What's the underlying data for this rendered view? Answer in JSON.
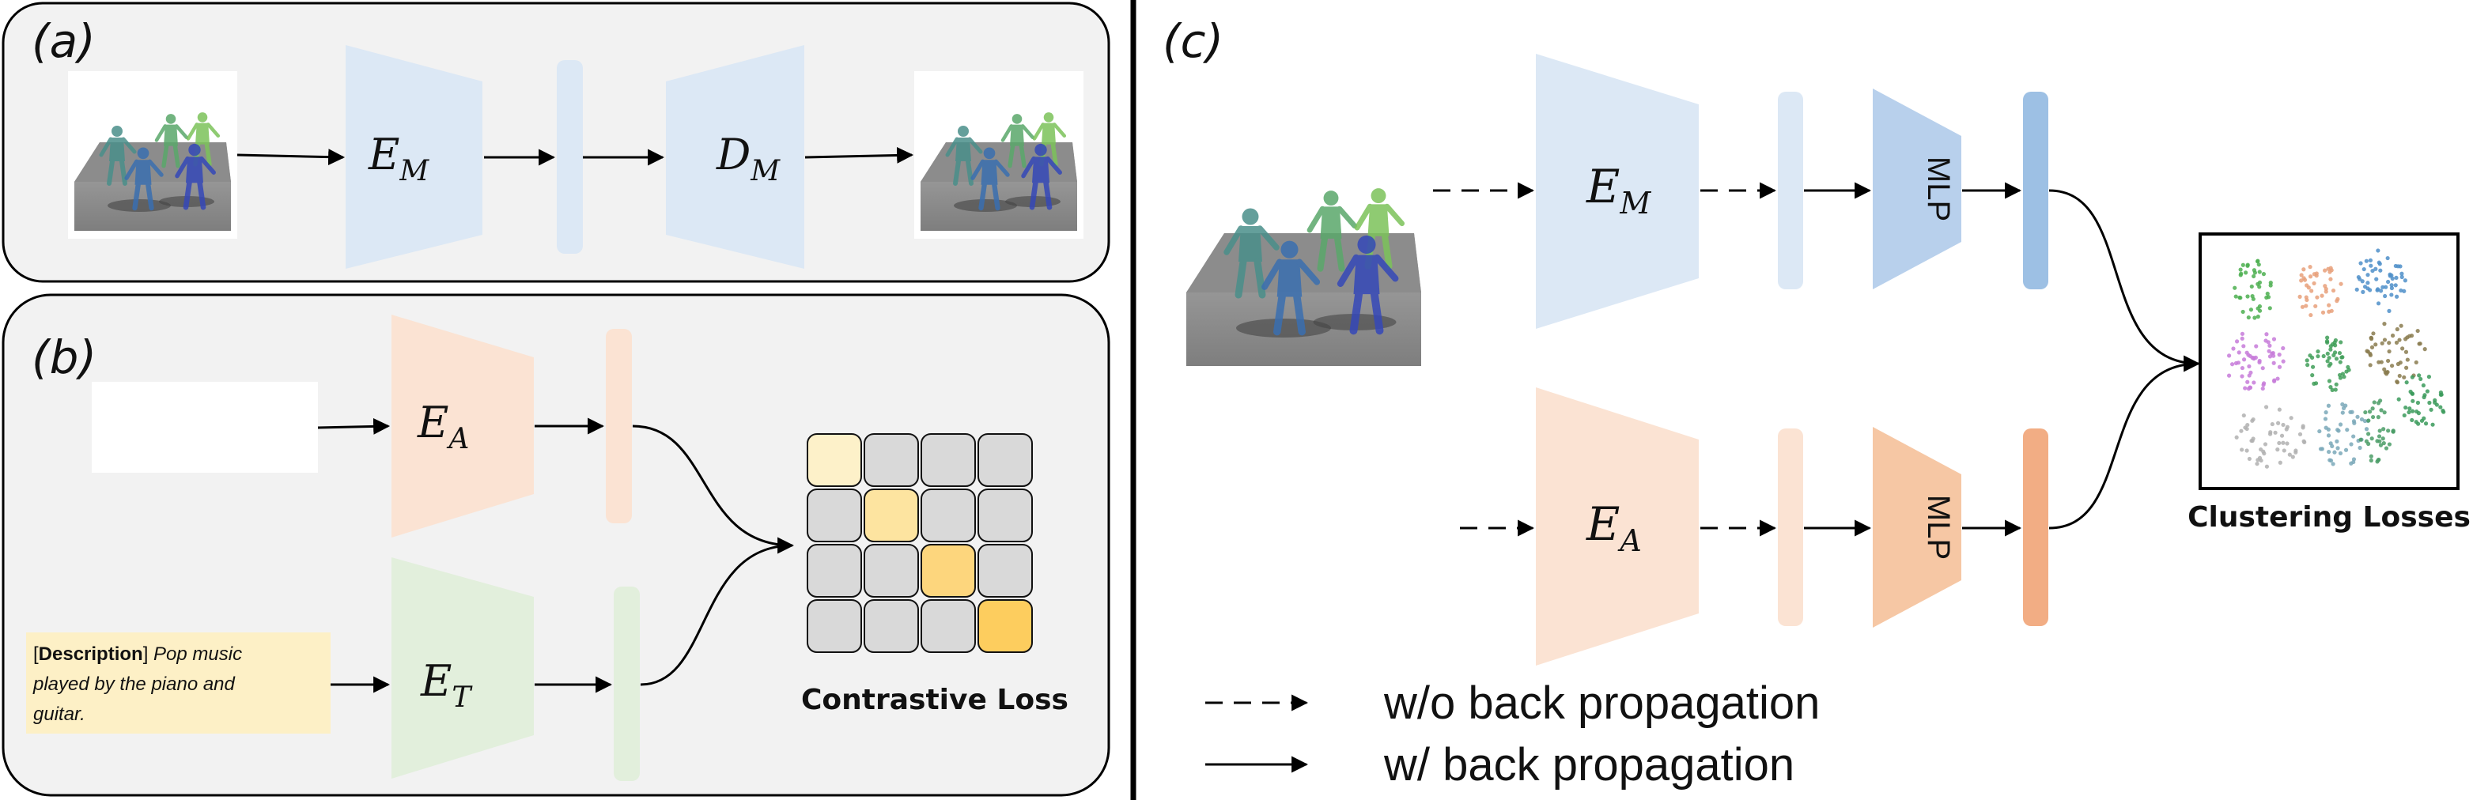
{
  "panels": {
    "a": {
      "label": "(a)"
    },
    "b": {
      "label": "(b)"
    },
    "c": {
      "label": "(c)"
    }
  },
  "encoders": {
    "motion": {
      "main": "E",
      "sub": "M"
    },
    "motion_decoder": {
      "main": "D",
      "sub": "M"
    },
    "audio": {
      "main": "E",
      "sub": "A"
    },
    "text": {
      "main": "E",
      "sub": "T"
    }
  },
  "mlp_label": "MLP",
  "description": {
    "tag": "Description",
    "line1": "Pop music",
    "line2": "played by the piano and",
    "line3": "guitar."
  },
  "labels": {
    "contrastive_loss": "Contrastive Loss",
    "clustering_losses": "Clustering Losses"
  },
  "legend": {
    "dashed": "w/o back propagation",
    "solid": "w/ back propagation"
  },
  "colors": {
    "motion_encoder": "#dce8f5",
    "audio_encoder": "#fbe3d3",
    "text_encoder": "#e2efdc",
    "mlp_motion": "#b8d0ec",
    "mlp_audio": "#f6c7a4",
    "feat_motion": "#9dc0e4",
    "feat_audio": "#f2ad84",
    "panel_bg": "#f2f2f2",
    "desc_bg": "#fdf0c6"
  }
}
